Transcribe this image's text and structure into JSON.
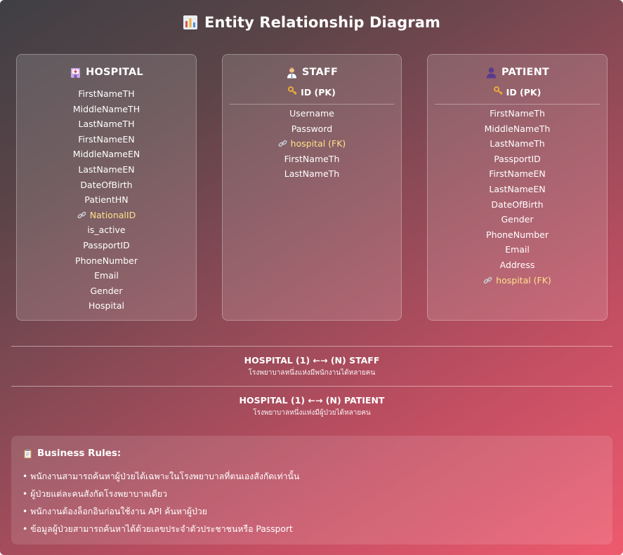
{
  "title": "Entity Relationship Diagram",
  "title_icon": "bar-chart-icon",
  "entities": {
    "hospital": {
      "name": "HOSPITAL",
      "icon": "hospital-icon",
      "fields": [
        "FirstNameTH",
        "MiddleNameTH",
        "LastNameTH",
        "FirstNameEN",
        "MiddleNameEN",
        "LastNameEN",
        "DateOfBirth",
        "PatientHN",
        "NationalID",
        "is_active",
        "PassportID",
        "PhoneNumber",
        "Email",
        "Gender",
        "Hospital"
      ],
      "linked_field": "NationalID"
    },
    "staff": {
      "name": "STAFF",
      "icon": "doctor-icon",
      "pk": "ID (PK)",
      "fields": [
        "Username",
        "Password",
        "hospital (FK)",
        "FirstNameTh",
        "LastNameTh"
      ],
      "linked_field": "hospital (FK)"
    },
    "patient": {
      "name": "PATIENT",
      "icon": "person-icon",
      "pk": "ID (PK)",
      "fields": [
        "FirstNameTh",
        "MiddleNameTh",
        "LastNameTh",
        "PassportID",
        "FirstNameEN",
        "LastNameEN",
        "DateOfBirth",
        "Gender",
        "PhoneNumber",
        "Email",
        "Address",
        "hospital (FK)"
      ],
      "linked_field": "hospital (FK)"
    }
  },
  "relationships": [
    {
      "label": "HOSPITAL (1) ←→ (N) STAFF",
      "description": "โรงพยาบาลหนึ่งแห่งมีพนักงานได้หลายคน"
    },
    {
      "label": "HOSPITAL (1) ←→ (N) PATIENT",
      "description": "โรงพยาบาลหนึ่งแห่งมีผู้ป่วยได้หลายคน"
    }
  ],
  "business_rules": {
    "title": "Business Rules:",
    "icon": "clipboard-icon",
    "items": [
      "พนักงานสามารถค้นหาผู้ป่วยได้เฉพาะในโรงพยาบาลที่ตนเองสังกัดเท่านั้น",
      "ผู้ป่วยแต่ละคนสังกัดโรงพยาบาลเดียว",
      "พนักงานต้องล็อกอินก่อนใช้งาน API ค้นหาผู้ป่วย",
      "ข้อมูลผู้ป่วยสามารถค้นหาได้ด้วยเลขประจำตัวประชาชนหรือ Passport"
    ]
  },
  "colors": {
    "fk_highlight": "#ffe08a",
    "gradient_start": "#3f3f44",
    "gradient_end": "#ee5a6e"
  }
}
